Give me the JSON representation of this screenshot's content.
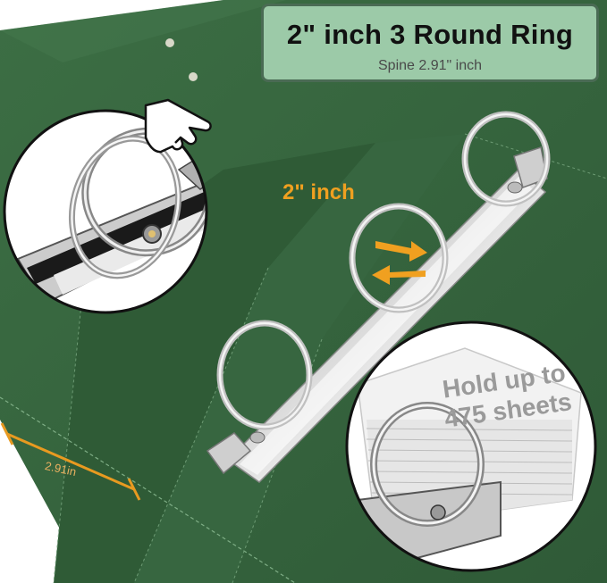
{
  "header": {
    "title": "2\" inch 3 Round Ring",
    "subtitle": "Spine 2.91\" inch"
  },
  "callouts": {
    "ring_size": "2\" inch",
    "spine_width": "2.91in",
    "capacity": "Hold up to 475 sheets"
  },
  "colors": {
    "binder_green": "#3e6e45",
    "title_bg": "#9ccaa8",
    "accent_orange": "#f0a020"
  },
  "icons": [
    "pointing-hand-icon",
    "double-arrow-icon",
    "dimension-arrow-icon"
  ]
}
